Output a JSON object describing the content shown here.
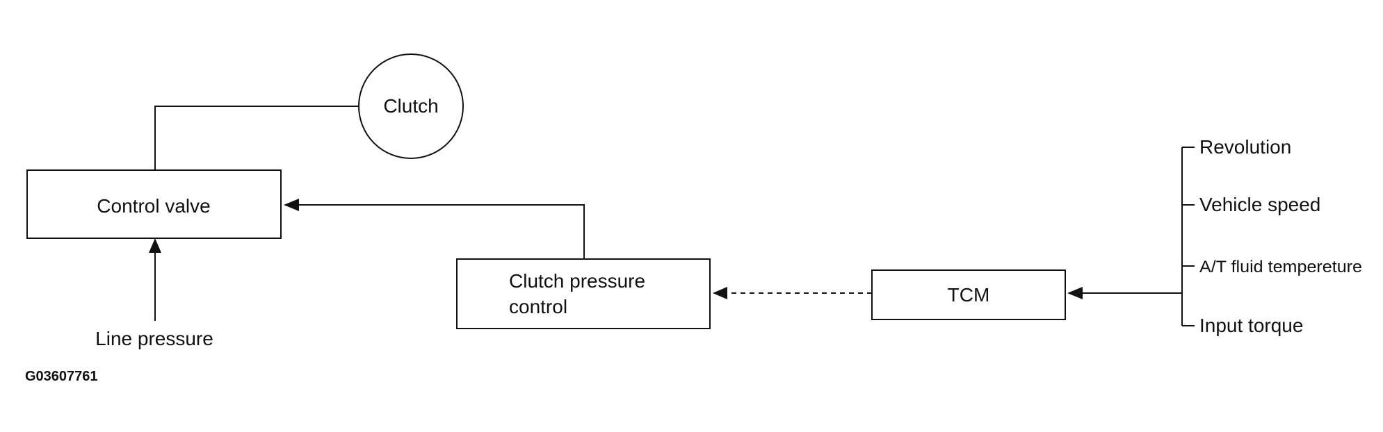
{
  "nodes": {
    "clutch": "Clutch",
    "control_valve": "Control valve",
    "line_pressure": "Line pressure",
    "clutch_pressure_control": [
      "Clutch pressure",
      "control"
    ],
    "tcm": "TCM"
  },
  "inputs": [
    "Revolution",
    "Vehicle speed",
    "A/T fluid tempereture",
    "Input torque"
  ],
  "figure_code": "G03607761"
}
